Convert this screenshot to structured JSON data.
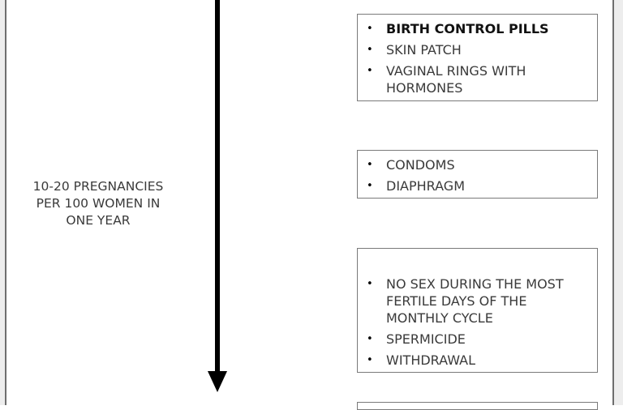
{
  "side_label": {
    "lines": [
      "10-20 PREGNANCIES",
      "PER 100 WOMEN IN",
      "ONE YEAR"
    ]
  },
  "boxes": [
    {
      "items": [
        {
          "text": "BIRTH CONTROL PILLS",
          "bold": true
        },
        {
          "text": "SKIN PATCH",
          "bold": false
        },
        {
          "text": "VAGINAL RINGS WITH HORMONES",
          "bold": false
        }
      ]
    },
    {
      "items": [
        {
          "text": "CONDOMS",
          "bold": false
        },
        {
          "text": "DIAPHRAGM",
          "bold": false
        }
      ]
    },
    {
      "items": [
        {
          "text": "NO SEX DURING THE MOST FERTILE DAYS OF THE MONTHLY CYCLE",
          "bold": false
        },
        {
          "text": "SPERMICIDE",
          "bold": false
        },
        {
          "text": "WITHDRAWAL",
          "bold": false
        }
      ]
    }
  ],
  "bullet_char": "•",
  "colors": {
    "text": "#3a3a3a",
    "arrow": "#000000",
    "box_border": "#7a7a7a",
    "frame": "#6e6e6e"
  }
}
